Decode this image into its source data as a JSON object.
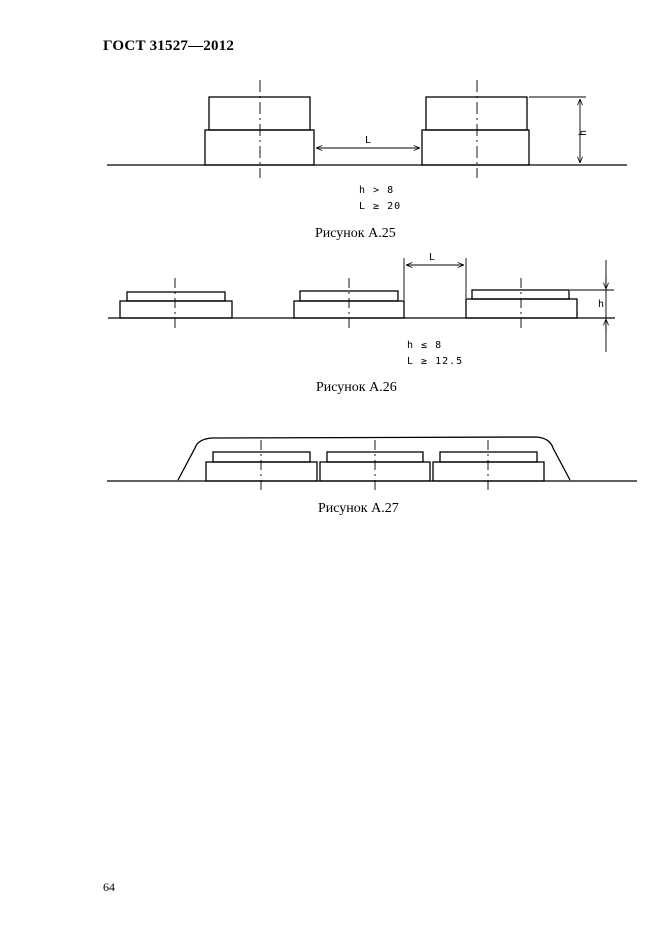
{
  "header": {
    "title": "ГОСТ 31527—2012"
  },
  "figures": [
    {
      "caption": "Рисунок А.25",
      "dim_h": "h",
      "dim_l": "L",
      "condition_1": "h > 8",
      "condition_2": "L ≥ 20"
    },
    {
      "caption": "Рисунок А.26",
      "dim_h": "h",
      "dim_l": "L",
      "condition_1": "h ≤ 8",
      "condition_2": "L ≥ 12.5"
    },
    {
      "caption": "Рисунок А.27"
    }
  ],
  "footer": {
    "page_number": "64"
  }
}
